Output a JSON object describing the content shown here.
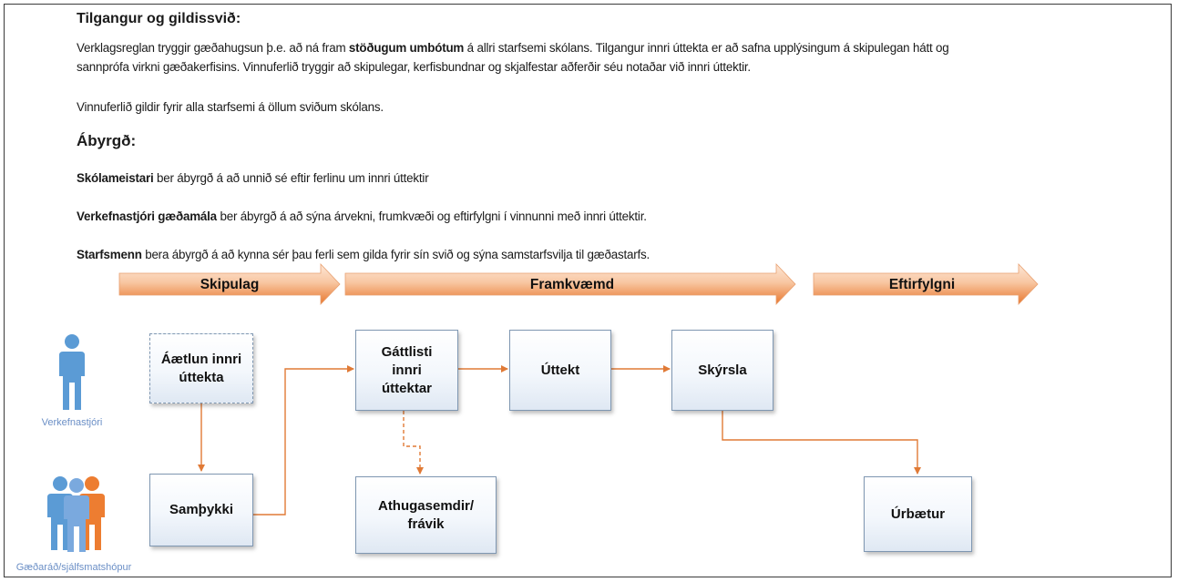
{
  "scope": {
    "heading": "Tilgangur og gildissvið:",
    "p1_pre": "Verklagsreglan tryggir gæðahugsun  þ.e.  að ná fram ",
    "p1_bold": "stöðugum umbótum",
    "p1_line1_post": " á allri starfsemi skólans. Tilgangur innri úttekta er að safna upplýsingum á skipulegan hátt og",
    "p1_line2": "sannprófa virkni gæðakerfisins. Vinnuferlið tryggir að skipulegar, kerfisbundnar og skjalfestar aðferðir séu notaðar við innri úttektir.",
    "p2": "Vinnuferlið gildir fyrir alla starfsemi á öllum sviðum skólans."
  },
  "responsibility": {
    "heading": "Ábyrgð:",
    "items": [
      {
        "bold": "Skólameistari",
        "text": " ber ábyrgð á að unnið sé eftir ferlinu um innri úttektir"
      },
      {
        "bold": "Verkefnastjóri gæðamála",
        "text": " ber ábyrgð á að sýna árvekni, frumkvæði og eftirfylgni í vinnunni með innri úttektir."
      },
      {
        "bold": "Starfsmenn",
        "text": " bera ábyrgð á að kynna sér þau ferli sem gilda fyrir sín svið og sýna samstarfsvilja til gæðastarfs."
      }
    ]
  },
  "phases": [
    "Skipulag",
    "Framkvæmd",
    "Eftirfylgni"
  ],
  "roles": {
    "single": "Verkefnastjóri",
    "group": "Gæðaráð/sjálfsmatshópur"
  },
  "boxes": {
    "plan": "Áætlun innri úttekta",
    "approval": "Samþykki",
    "checklist": "Gáttlisti innri úttektar",
    "audit": "Úttekt",
    "report": "Skýrsla",
    "remarks": "Athugasemdir/ frávik",
    "improvements": "Úrbætur"
  },
  "colors": {
    "arrow_light": "#fde2cc",
    "arrow_dark": "#e8772e",
    "connector": "#e07a36",
    "person_blue": "#5b9bd5",
    "person_orange": "#ed7d31",
    "box_border": "#7f97b2"
  }
}
